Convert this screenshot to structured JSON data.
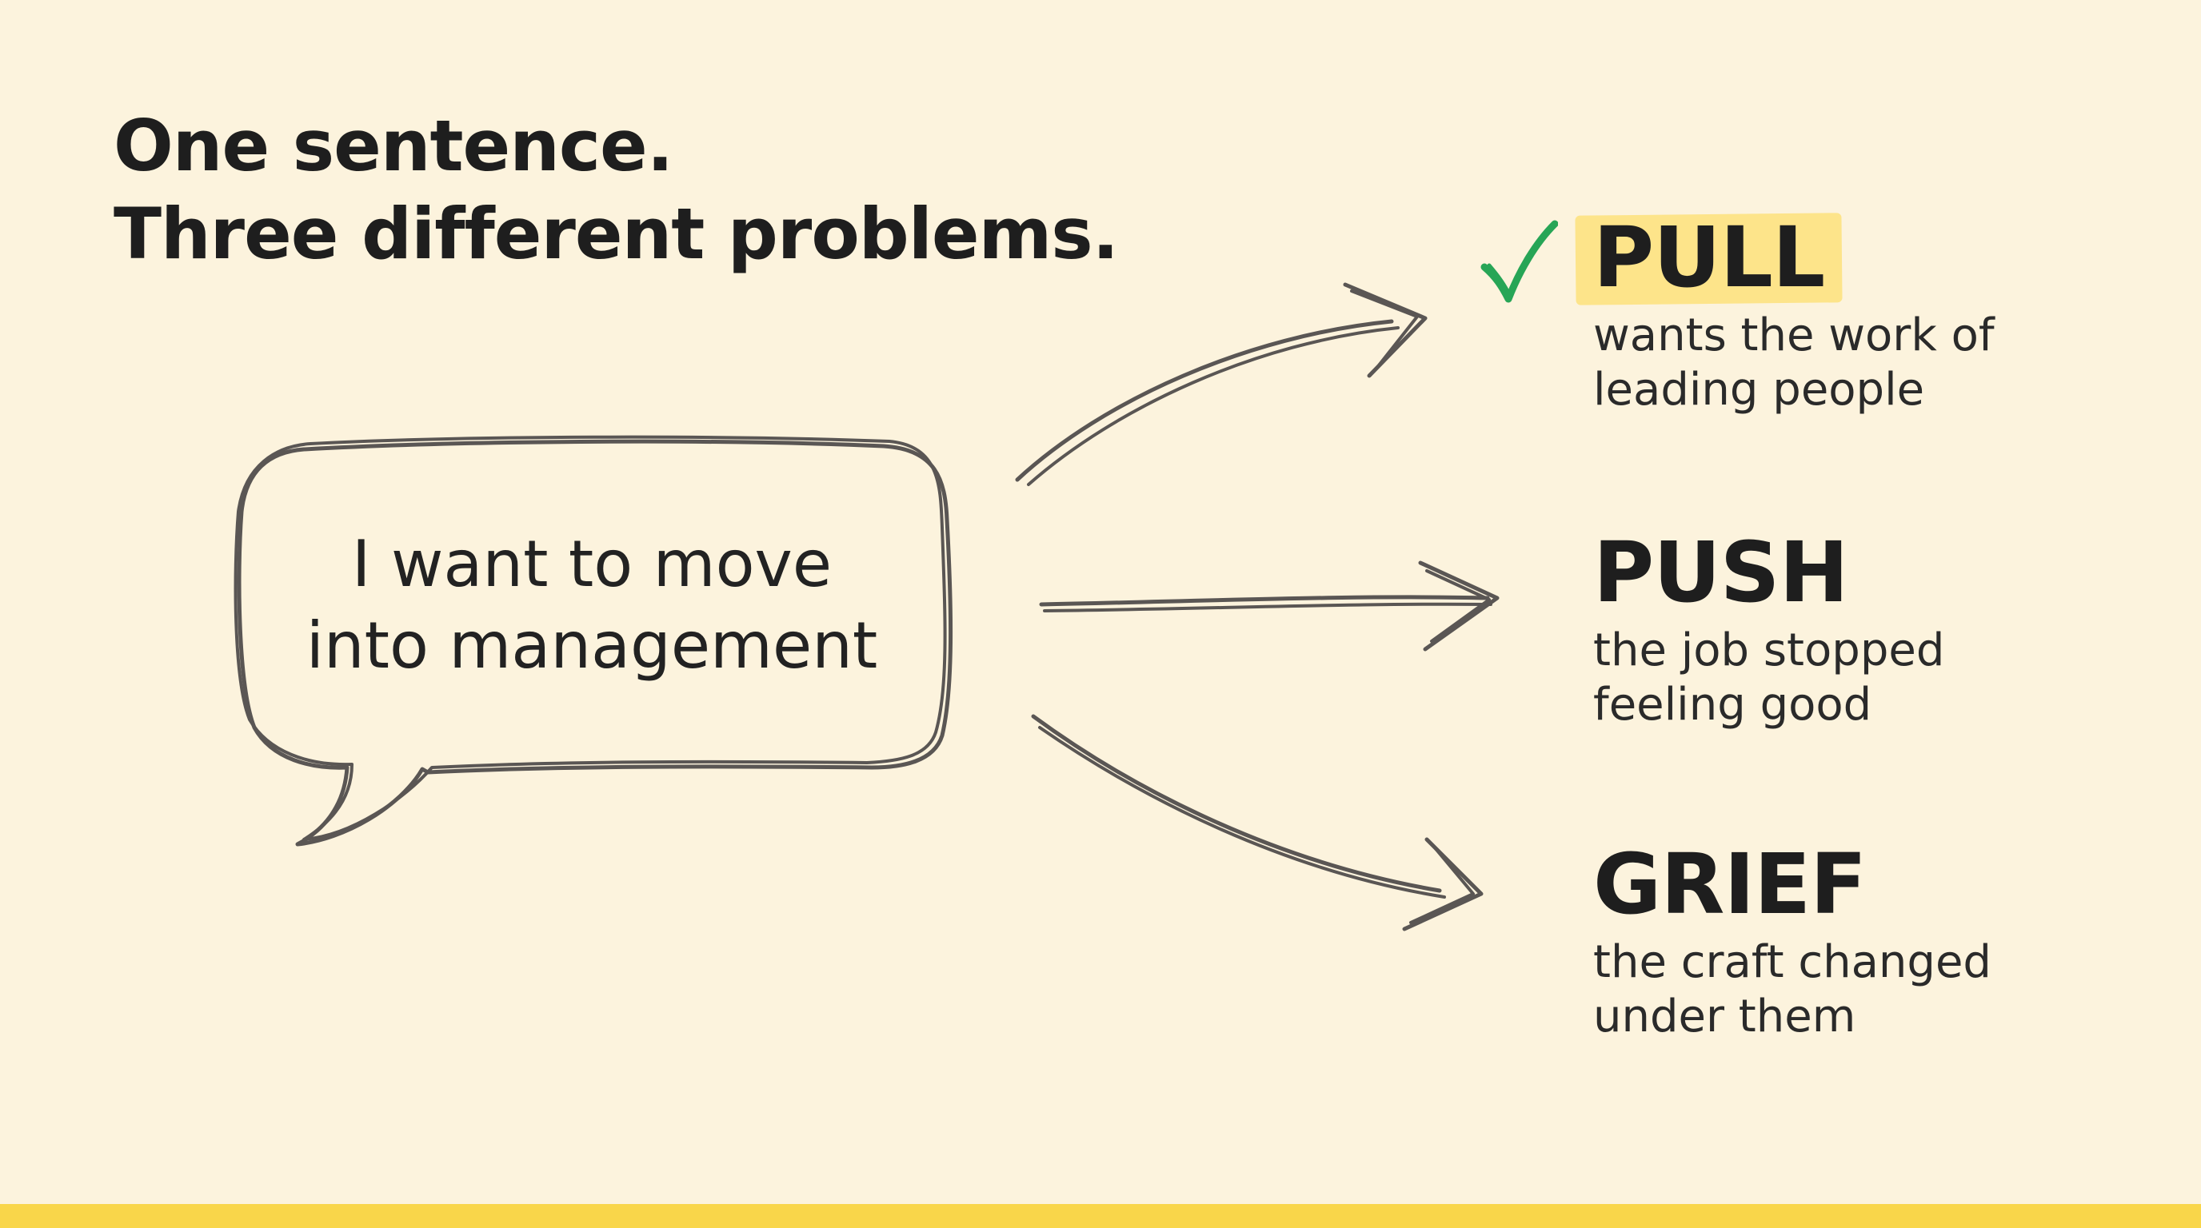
{
  "title": {
    "line1": "One sentence.",
    "line2": "Three different problems."
  },
  "bubble": {
    "line1": "I want to move",
    "line2": "into management"
  },
  "options": [
    {
      "title": "PULL",
      "desc_line1": "wants the work of",
      "desc_line2": "leading people",
      "selected": true
    },
    {
      "title": "PUSH",
      "desc_line1": "the job stopped",
      "desc_line2": "feeling good",
      "selected": false
    },
    {
      "title": "GRIEF",
      "desc_line1": "the craft changed",
      "desc_line2": "under them",
      "selected": false
    }
  ],
  "colors": {
    "background": "#fcf3dd",
    "ink": "#5a5654",
    "highlight": "#fde48a",
    "check": "#27a556",
    "bottom_bar": "#f9d64a"
  },
  "icons": {
    "check": "check-icon"
  }
}
